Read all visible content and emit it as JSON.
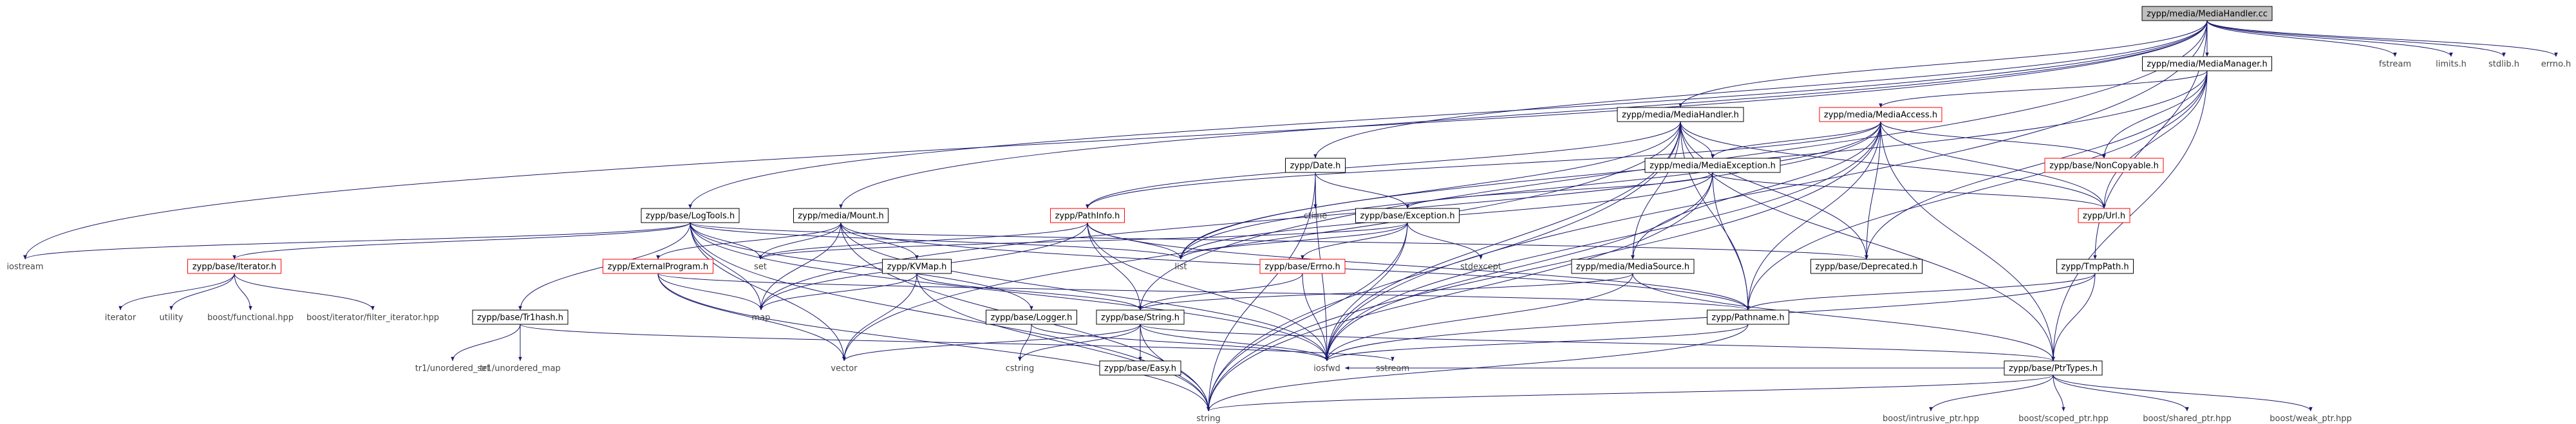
{
  "colors": {
    "edge": "#191970",
    "box_border_default": "#000000",
    "box_border_incomplete": "#ff0000",
    "box_fill_root": "#bfbfbf",
    "box_fill": "#ffffff",
    "text": "#000000",
    "label_gray": "#444444"
  },
  "diagram": {
    "nodes": [
      {
        "id": "root",
        "label": "zypp/media/MediaHandler.cc",
        "style": "root"
      },
      {
        "id": "mm",
        "label": "zypp/media/MediaManager.h",
        "style": "box"
      },
      {
        "id": "fstream",
        "label": "fstream",
        "style": "plain"
      },
      {
        "id": "limits",
        "label": "limits.h",
        "style": "plain"
      },
      {
        "id": "stdlib",
        "label": "stdlib.h",
        "style": "plain"
      },
      {
        "id": "errno",
        "label": "errno.h",
        "style": "plain"
      },
      {
        "id": "ma",
        "label": "zypp/media/MediaAccess.h",
        "style": "red"
      },
      {
        "id": "mh",
        "label": "zypp/media/MediaHandler.h",
        "style": "box"
      },
      {
        "id": "noncopy",
        "label": "zypp/base/NonCopyable.h",
        "style": "red"
      },
      {
        "id": "date",
        "label": "zypp/Date.h",
        "style": "box"
      },
      {
        "id": "mexc",
        "label": "zypp/media/MediaException.h",
        "style": "box"
      },
      {
        "id": "logtools",
        "label": "zypp/base/LogTools.h",
        "style": "box"
      },
      {
        "id": "mount",
        "label": "zypp/media/Mount.h",
        "style": "box"
      },
      {
        "id": "pathinfo",
        "label": "zypp/PathInfo.h",
        "style": "red"
      },
      {
        "id": "ctime",
        "label": "ctime",
        "style": "plain"
      },
      {
        "id": "url",
        "label": "zypp/Url.h",
        "style": "red"
      },
      {
        "id": "bexc",
        "label": "zypp/base/Exception.h",
        "style": "box"
      },
      {
        "id": "deprecated",
        "label": "zypp/base/Deprecated.h",
        "style": "box"
      },
      {
        "id": "iostream",
        "label": "iostream",
        "style": "plain"
      },
      {
        "id": "set",
        "label": "set",
        "style": "plain"
      },
      {
        "id": "list",
        "label": "list",
        "style": "plain"
      },
      {
        "id": "iterator_h",
        "label": "zypp/base/Iterator.h",
        "style": "red"
      },
      {
        "id": "extprog",
        "label": "zypp/ExternalProgram.h",
        "style": "red"
      },
      {
        "id": "kvmap",
        "label": "zypp/KVMap.h",
        "style": "box"
      },
      {
        "id": "errno_h",
        "label": "zypp/base/Errno.h",
        "style": "red"
      },
      {
        "id": "stdexcept",
        "label": "stdexcept",
        "style": "plain"
      },
      {
        "id": "msource",
        "label": "zypp/media/MediaSource.h",
        "style": "box"
      },
      {
        "id": "tmppath",
        "label": "zypp/TmpPath.h",
        "style": "box"
      },
      {
        "id": "map",
        "label": "map",
        "style": "plain"
      },
      {
        "id": "trhash",
        "label": "zypp/base/Tr1hash.h",
        "style": "box"
      },
      {
        "id": "logger",
        "label": "zypp/base/Logger.h",
        "style": "box"
      },
      {
        "id": "bstring",
        "label": "zypp/base/String.h",
        "style": "box"
      },
      {
        "id": "pathname",
        "label": "zypp/Pathname.h",
        "style": "box"
      },
      {
        "id": "iterator",
        "label": "iterator",
        "style": "plain"
      },
      {
        "id": "utility",
        "label": "utility",
        "style": "plain"
      },
      {
        "id": "functional",
        "label": "boost/functional.hpp",
        "style": "plain"
      },
      {
        "id": "filteriter",
        "label": "boost/iterator/filter_iterator.hpp",
        "style": "plain"
      },
      {
        "id": "vector",
        "label": "vector",
        "style": "plain"
      },
      {
        "id": "cstring",
        "label": "cstring",
        "style": "plain"
      },
      {
        "id": "easy",
        "label": "zypp/base/Easy.h",
        "style": "box"
      },
      {
        "id": "iosfwd",
        "label": "iosfwd",
        "style": "plain"
      },
      {
        "id": "sstream",
        "label": "sstream",
        "style": "plain"
      },
      {
        "id": "ptrtypes",
        "label": "zypp/base/PtrTypes.h",
        "style": "box"
      },
      {
        "id": "unset",
        "label": "tr1/unordered_set",
        "style": "plain"
      },
      {
        "id": "unmap",
        "label": "tr1/unordered_map",
        "style": "plain"
      },
      {
        "id": "string",
        "label": "string",
        "style": "plain"
      },
      {
        "id": "intrusive",
        "label": "boost/intrusive_ptr.hpp",
        "style": "plain"
      },
      {
        "id": "scoped",
        "label": "boost/scoped_ptr.hpp",
        "style": "plain"
      },
      {
        "id": "shared",
        "label": "boost/shared_ptr.hpp",
        "style": "plain"
      },
      {
        "id": "weak",
        "label": "boost/weak_ptr.hpp",
        "style": "plain"
      }
    ],
    "edges": [
      [
        "root",
        "mm"
      ],
      [
        "root",
        "fstream"
      ],
      [
        "root",
        "limits"
      ],
      [
        "root",
        "stdlib"
      ],
      [
        "root",
        "errno"
      ],
      [
        "root",
        "mh"
      ],
      [
        "root",
        "logtools"
      ],
      [
        "root",
        "mount"
      ],
      [
        "root",
        "date"
      ],
      [
        "root",
        "bstring"
      ],
      [
        "root",
        "iostream"
      ],
      [
        "root",
        "tmppath"
      ],
      [
        "root",
        "iosfwd"
      ],
      [
        "mm",
        "ma"
      ],
      [
        "mm",
        "noncopy"
      ],
      [
        "mm",
        "url"
      ],
      [
        "mm",
        "deprecated"
      ],
      [
        "mm",
        "ptrtypes"
      ],
      [
        "mm",
        "pathname"
      ],
      [
        "mm",
        "list"
      ],
      [
        "ma",
        "mexc"
      ],
      [
        "ma",
        "noncopy"
      ],
      [
        "ma",
        "url"
      ],
      [
        "ma",
        "pathinfo"
      ],
      [
        "ma",
        "msource"
      ],
      [
        "ma",
        "deprecated"
      ],
      [
        "ma",
        "ptrtypes"
      ],
      [
        "ma",
        "iosfwd"
      ],
      [
        "ma",
        "string"
      ],
      [
        "ma",
        "map"
      ],
      [
        "ma",
        "list"
      ],
      [
        "ma",
        "pathname"
      ],
      [
        "mh",
        "mexc"
      ],
      [
        "mh",
        "url"
      ],
      [
        "mh",
        "pathinfo"
      ],
      [
        "mh",
        "msource"
      ],
      [
        "mh",
        "pathname"
      ],
      [
        "mh",
        "ptrtypes"
      ],
      [
        "mh",
        "deprecated"
      ],
      [
        "mh",
        "string"
      ],
      [
        "mh",
        "vector"
      ],
      [
        "mh",
        "list"
      ],
      [
        "mh",
        "iosfwd"
      ],
      [
        "date",
        "bexc"
      ],
      [
        "date",
        "ctime"
      ],
      [
        "date",
        "string"
      ],
      [
        "date",
        "iosfwd"
      ],
      [
        "mexc",
        "bexc"
      ],
      [
        "mexc",
        "url"
      ],
      [
        "mexc",
        "pathname"
      ],
      [
        "mexc",
        "iosfwd"
      ],
      [
        "mexc",
        "string"
      ],
      [
        "mexc",
        "list"
      ],
      [
        "bexc",
        "errno_h"
      ],
      [
        "bexc",
        "stdexcept"
      ],
      [
        "bexc",
        "list"
      ],
      [
        "bexc",
        "set"
      ],
      [
        "bexc",
        "iosfwd"
      ],
      [
        "bexc",
        "string"
      ],
      [
        "logtools",
        "iostream"
      ],
      [
        "logtools",
        "iterator_h"
      ],
      [
        "logtools",
        "deprecated"
      ],
      [
        "logtools",
        "trhash"
      ],
      [
        "logtools",
        "set"
      ],
      [
        "logtools",
        "list"
      ],
      [
        "logtools",
        "map"
      ],
      [
        "logtools",
        "vector"
      ],
      [
        "logtools",
        "string"
      ],
      [
        "logtools",
        "logger"
      ],
      [
        "logtools",
        "iosfwd"
      ],
      [
        "mount",
        "extprog"
      ],
      [
        "mount",
        "kvmap"
      ],
      [
        "mount",
        "pathname"
      ],
      [
        "mount",
        "set"
      ],
      [
        "mount",
        "map"
      ],
      [
        "mount",
        "iosfwd"
      ],
      [
        "mount",
        "string"
      ],
      [
        "pathinfo",
        "pathname"
      ],
      [
        "pathinfo",
        "list"
      ],
      [
        "pathinfo",
        "set"
      ],
      [
        "pathinfo",
        "map"
      ],
      [
        "pathinfo",
        "bstring"
      ],
      [
        "pathinfo",
        "iosfwd"
      ],
      [
        "iterator_h",
        "iterator"
      ],
      [
        "iterator_h",
        "utility"
      ],
      [
        "iterator_h",
        "functional"
      ],
      [
        "iterator_h",
        "filteriter"
      ],
      [
        "extprog",
        "map"
      ],
      [
        "extprog",
        "string"
      ],
      [
        "extprog",
        "vector"
      ],
      [
        "extprog",
        "pathname"
      ],
      [
        "kvmap",
        "map"
      ],
      [
        "kvmap",
        "bstring"
      ],
      [
        "kvmap",
        "string"
      ],
      [
        "kvmap",
        "vector"
      ],
      [
        "errno_h",
        "bstring"
      ],
      [
        "errno_h",
        "iosfwd"
      ],
      [
        "msource",
        "ptrtypes"
      ],
      [
        "msource",
        "bstring"
      ],
      [
        "msource",
        "iosfwd"
      ],
      [
        "tmppath",
        "pathname"
      ],
      [
        "tmppath",
        "ptrtypes"
      ],
      [
        "tmppath",
        "iosfwd"
      ],
      [
        "trhash",
        "unset"
      ],
      [
        "trhash",
        "unmap"
      ],
      [
        "trhash",
        "sstream"
      ],
      [
        "logger",
        "cstring"
      ],
      [
        "logger",
        "iosfwd"
      ],
      [
        "bstring",
        "easy"
      ],
      [
        "bstring",
        "cstring"
      ],
      [
        "bstring",
        "iosfwd"
      ],
      [
        "bstring",
        "vector"
      ],
      [
        "bstring",
        "string"
      ],
      [
        "bstring",
        "ptrtypes"
      ],
      [
        "pathname",
        "string"
      ],
      [
        "pathname",
        "iosfwd"
      ],
      [
        "ptrtypes",
        "string"
      ],
      [
        "ptrtypes",
        "intrusive"
      ],
      [
        "ptrtypes",
        "scoped"
      ],
      [
        "ptrtypes",
        "shared"
      ],
      [
        "ptrtypes",
        "weak"
      ],
      [
        "ptrtypes",
        "iosfwd"
      ]
    ]
  }
}
